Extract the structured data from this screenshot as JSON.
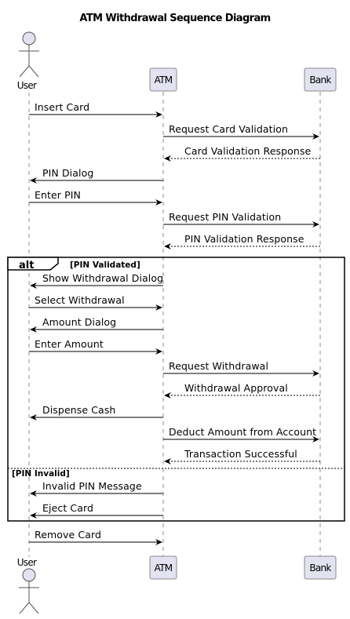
{
  "title": "ATM Withdrawal Sequence Diagram",
  "participants": [
    {
      "id": "user",
      "label": "User",
      "kind": "actor"
    },
    {
      "id": "atm",
      "label": "ATM",
      "kind": "box"
    },
    {
      "id": "bank",
      "label": "Bank",
      "kind": "box"
    }
  ],
  "messages": [
    {
      "from": "user",
      "to": "atm",
      "label": "Insert Card",
      "style": "solid"
    },
    {
      "from": "atm",
      "to": "bank",
      "label": "Request Card Validation",
      "style": "solid"
    },
    {
      "from": "bank",
      "to": "atm",
      "label": "Card Validation Response",
      "style": "dashed"
    },
    {
      "from": "atm",
      "to": "user",
      "label": "PIN Dialog",
      "style": "solid"
    },
    {
      "from": "user",
      "to": "atm",
      "label": "Enter PIN",
      "style": "solid"
    },
    {
      "from": "atm",
      "to": "bank",
      "label": "Request PIN Validation",
      "style": "solid"
    },
    {
      "from": "bank",
      "to": "atm",
      "label": "PIN Validation Response",
      "style": "dashed"
    },
    {
      "from": "atm",
      "to": "user",
      "label": "Show Withdrawal Dialog",
      "style": "solid"
    },
    {
      "from": "user",
      "to": "atm",
      "label": "Select Withdrawal",
      "style": "solid"
    },
    {
      "from": "atm",
      "to": "user",
      "label": "Amount Dialog",
      "style": "solid"
    },
    {
      "from": "user",
      "to": "atm",
      "label": "Enter Amount",
      "style": "solid"
    },
    {
      "from": "atm",
      "to": "bank",
      "label": "Request Withdrawal",
      "style": "solid"
    },
    {
      "from": "bank",
      "to": "atm",
      "label": "Withdrawal Approval",
      "style": "dashed"
    },
    {
      "from": "atm",
      "to": "user",
      "label": "Dispense Cash",
      "style": "solid"
    },
    {
      "from": "atm",
      "to": "bank",
      "label": "Deduct Amount from Account",
      "style": "solid"
    },
    {
      "from": "bank",
      "to": "atm",
      "label": "Transaction Successful",
      "style": "dashed"
    },
    {
      "from": "atm",
      "to": "user",
      "label": "Invalid PIN Message",
      "style": "solid"
    },
    {
      "from": "atm",
      "to": "user",
      "label": "Eject Card",
      "style": "solid"
    },
    {
      "from": "user",
      "to": "atm",
      "label": "Remove Card",
      "style": "solid"
    }
  ],
  "alt_frame": {
    "keyword": "alt",
    "guard_main": "[PIN Validated]",
    "guard_else": "[PIN Invalid]"
  }
}
